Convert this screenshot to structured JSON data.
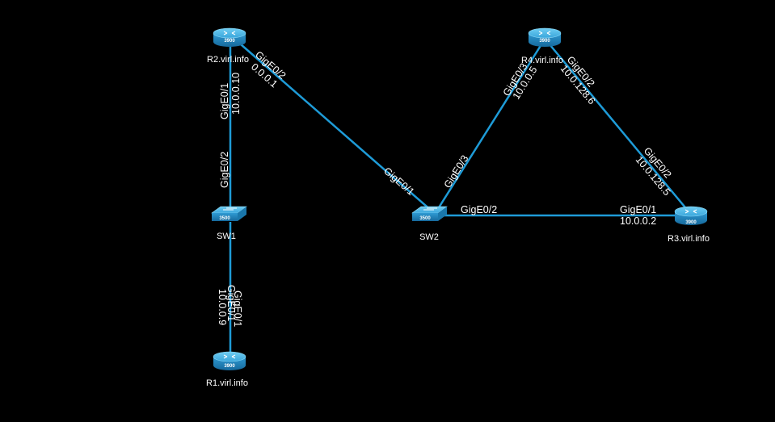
{
  "nodes": {
    "r2": {
      "label": "R2.virl.info",
      "model": "3900",
      "type": "router"
    },
    "r4": {
      "label": "R4.virl.info",
      "model": "3900",
      "type": "router"
    },
    "r3": {
      "label": "R3.virl.info",
      "model": "3900",
      "type": "router"
    },
    "r1": {
      "label": "R1.virl.info",
      "model": "3900",
      "type": "router"
    },
    "sw1": {
      "label": "SW1",
      "model": "3500",
      "type": "switch"
    },
    "sw2": {
      "label": "SW2",
      "model": "3500",
      "type": "switch"
    }
  },
  "links": {
    "r2_sw1": {
      "a_if": "GigE0/1",
      "a_ip": "10.0.0.10",
      "b_if": "GigE0/2"
    },
    "r2_sw2": {
      "a_if": "GigE0/2",
      "a_ip": "0.0.0.1",
      "b_if": "GigE0/1"
    },
    "sw2_r4": {
      "a_if": "GigE0/3",
      "b_if": "GigE0/3",
      "b_ip": "10.0.0.5"
    },
    "r4_r3": {
      "a_if": "GigE0/2",
      "a_ip": "10.0.128.6",
      "b_if": "GigE0/2",
      "b_ip": "10.0.128.5"
    },
    "sw2_r3": {
      "a_if": "GigE0/2",
      "b_if": "GigE0/1",
      "b_ip": "10.0.0.2"
    },
    "sw1_r1": {
      "a_if": "GigE0/1",
      "b_if": "GigE0/1",
      "b_ip": "10.0.0.9"
    }
  },
  "colors": {
    "background": "#000000",
    "link": "#1e9bd7",
    "device_body": "#2b8fc6",
    "device_top": "#5cc0ec",
    "text": "#ffffff"
  }
}
